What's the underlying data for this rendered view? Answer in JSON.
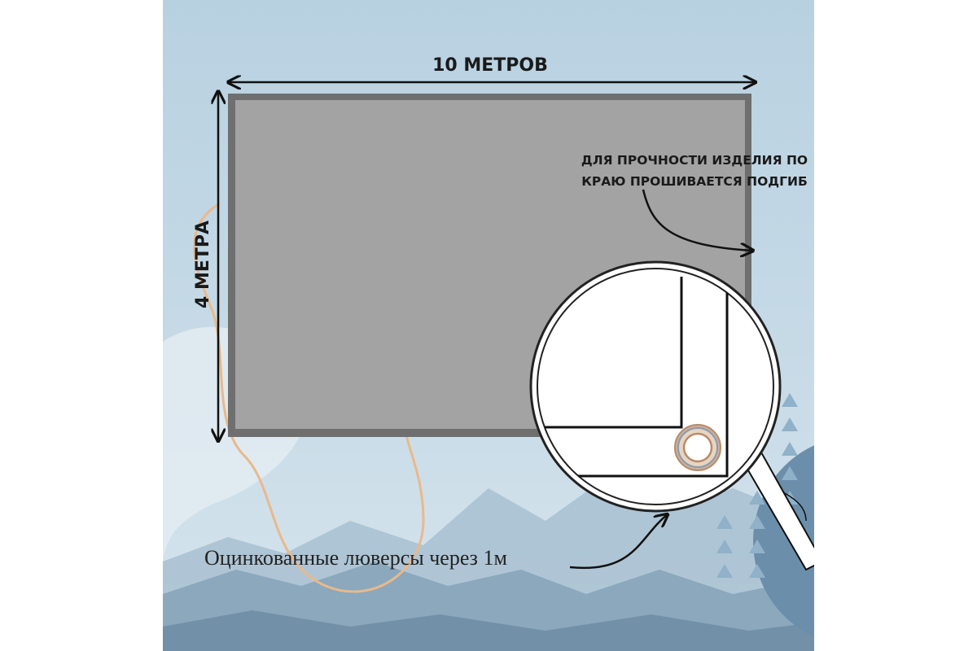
{
  "dimensions": {
    "width_label": "10 МЕТРОВ",
    "height_label": "4 МЕТРА"
  },
  "notes": {
    "hem_line1": "ДЛЯ ПРОЧНОСТИ ИЗДЕЛИЯ ПО",
    "hem_line2": "КРАЮ ПРОШИВАЕТСЯ ПОДГИБ",
    "grommets": "Оцинкованные люверсы через 1м"
  },
  "colors": {
    "sky_top": "#b7d0e0",
    "sky_bottom": "#d9e6ee",
    "tarp_fill": "#a3a3a3",
    "tarp_border": "#6f6f6f",
    "accent_orange": "#e9b98a",
    "accent_blue": "#6b8eab",
    "grommet_ring": "#b98b6a"
  }
}
